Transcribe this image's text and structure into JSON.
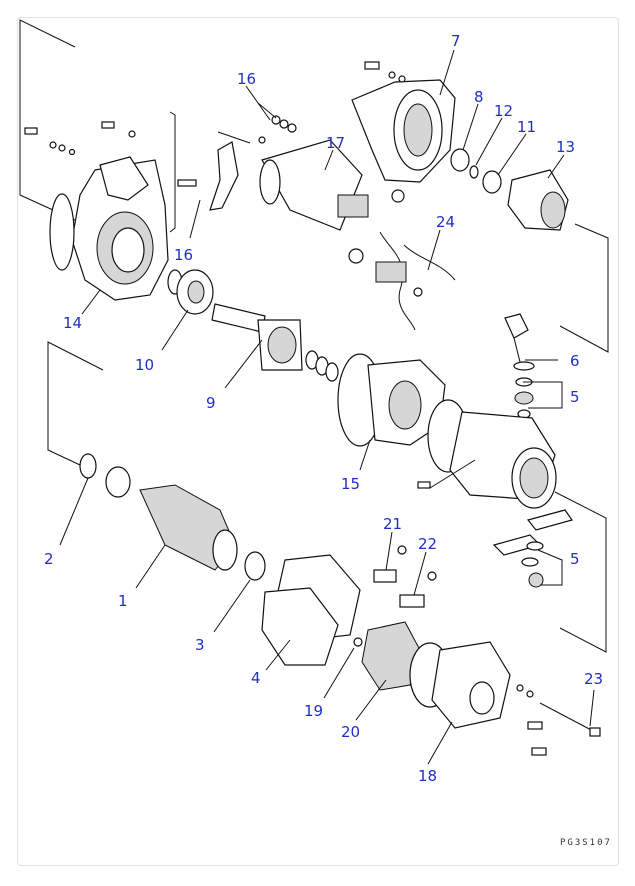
{
  "diagram": {
    "drawing_code": "PG3S107",
    "callouts": [
      {
        "id": "c1",
        "label": "1"
      },
      {
        "id": "c2",
        "label": "2"
      },
      {
        "id": "c3",
        "label": "3"
      },
      {
        "id": "c4",
        "label": "4"
      },
      {
        "id": "c5a",
        "label": "5"
      },
      {
        "id": "c5b",
        "label": "5"
      },
      {
        "id": "c6",
        "label": "6"
      },
      {
        "id": "c7",
        "label": "7"
      },
      {
        "id": "c8",
        "label": "8"
      },
      {
        "id": "c9",
        "label": "9"
      },
      {
        "id": "c10",
        "label": "10"
      },
      {
        "id": "c11",
        "label": "11"
      },
      {
        "id": "c12",
        "label": "12"
      },
      {
        "id": "c13",
        "label": "13"
      },
      {
        "id": "c14",
        "label": "14"
      },
      {
        "id": "c15",
        "label": "15"
      },
      {
        "id": "c16a",
        "label": "16"
      },
      {
        "id": "c16b",
        "label": "16"
      },
      {
        "id": "c17",
        "label": "17"
      },
      {
        "id": "c18",
        "label": "18"
      },
      {
        "id": "c19",
        "label": "19"
      },
      {
        "id": "c20",
        "label": "20"
      },
      {
        "id": "c21",
        "label": "21"
      },
      {
        "id": "c22",
        "label": "22"
      },
      {
        "id": "c23",
        "label": "23"
      },
      {
        "id": "c24",
        "label": "24"
      }
    ]
  }
}
